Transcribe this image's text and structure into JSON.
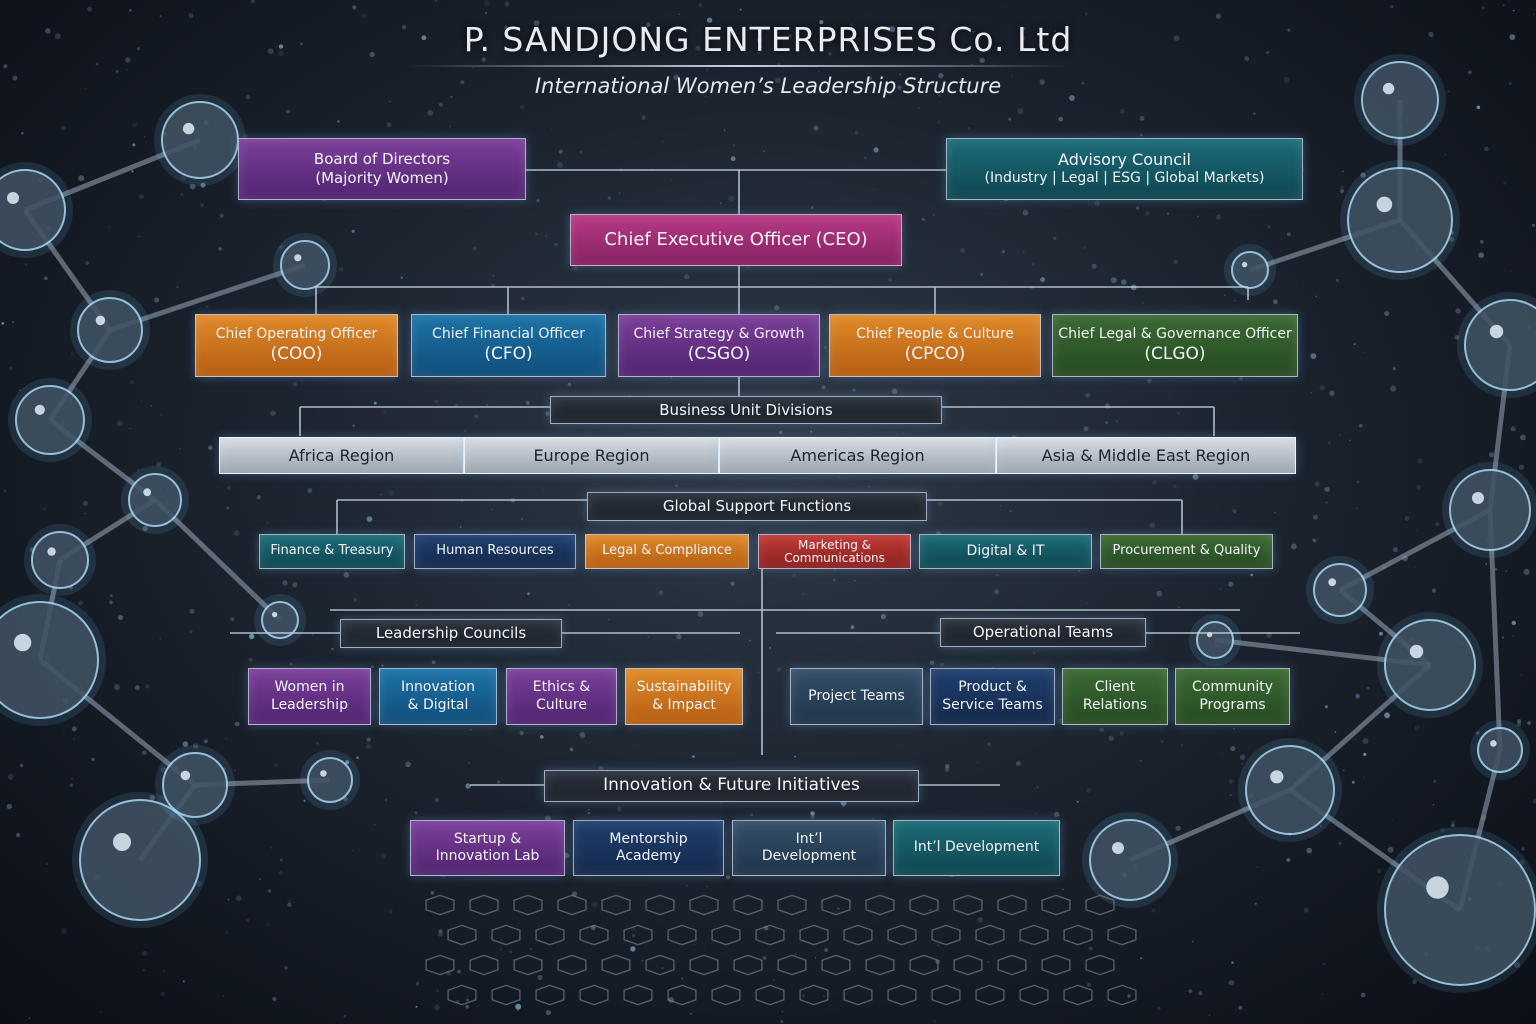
{
  "header": {
    "title": "P. SANDJONG ENTERPRISES Co. Ltd",
    "subtitle": "International Women’s Leadership Structure"
  },
  "governance": {
    "board": {
      "line1": "Board of Directors",
      "line2": "(Majority Women)"
    },
    "advisory": {
      "line1": "Advisory Council",
      "line2": "(Industry | Legal | ESG  |  Global Markets)"
    }
  },
  "ceo": "Chief Executive Officer (CEO)",
  "executives": [
    {
      "title": "Chief Operating Officer",
      "abbr": "(COO)"
    },
    {
      "title": "Chief Financial Officer",
      "abbr": "(CFO)"
    },
    {
      "title": "Chief Strategy & Growth",
      "abbr": "(CSGO)"
    },
    {
      "title": "Chief People & Culture",
      "abbr": "(CPCO)"
    },
    {
      "title": "Chief Legal & Governance Officer",
      "abbr": "(CLGO)"
    }
  ],
  "business_units": {
    "heading": "Business Unit Divisions",
    "regions": [
      "Africa Region",
      "Europe Region",
      "Americas Region",
      "Asia & Middle East Region"
    ]
  },
  "support": {
    "heading": "Global Support Functions",
    "items": [
      "Finance & Treasury",
      "Human Resources",
      "Legal & Compliance",
      "Marketing & Communications",
      "Digital & IT",
      "Procurement & Quality"
    ]
  },
  "councils": {
    "heading": "Leadership Councils",
    "items": [
      {
        "l1": "Women in",
        "l2": "Leadership"
      },
      {
        "l1": "Innovation",
        "l2": "& Digital"
      },
      {
        "l1": "Ethics &",
        "l2": "Culture"
      },
      {
        "l1": "Sustainability",
        "l2": "& Impact"
      }
    ]
  },
  "operations": {
    "heading": "Operational Teams",
    "items": [
      {
        "l1": "Project Teams",
        "l2": ""
      },
      {
        "l1": "Product &",
        "l2": "Service Teams"
      },
      {
        "l1": "Client",
        "l2": "Relations"
      },
      {
        "l1": "Community",
        "l2": "Programs"
      }
    ]
  },
  "innovation": {
    "heading": "Innovation & Future Initiatives",
    "items": [
      {
        "l1": "Startup &",
        "l2": "Innovation Lab"
      },
      {
        "l1": "Mentorship",
        "l2": "Academy"
      },
      {
        "l1": "Int’l",
        "l2": "Development"
      },
      {
        "l1": "Int’l Development",
        "l2": ""
      }
    ]
  },
  "colors": {
    "purple": "#6a3188",
    "teal": "#17606b",
    "magenta": "#a52f76",
    "orange": "#d07a20",
    "blue": "#19649a",
    "green": "#335c2c",
    "red": "#b0302c",
    "navy": "#1b3860",
    "line": "#c9d6e6",
    "node_glow": "#7fd0ff"
  }
}
